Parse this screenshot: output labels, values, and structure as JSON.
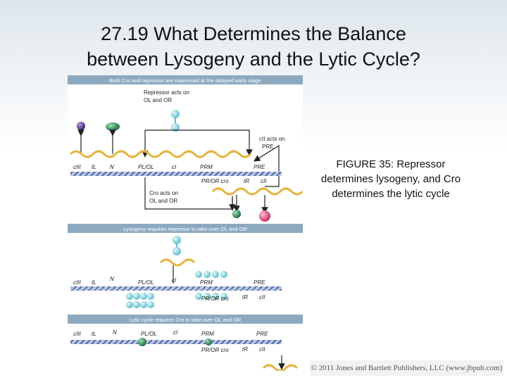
{
  "slide": {
    "title_line1": "27.19  What Determines the Balance",
    "title_line2": "between Lysogeny and the Lytic Cycle?",
    "caption": "FIGURE 35: Repressor determines lysogeny, and Cro determines the lytic cycle",
    "copyright": "© 2011 Jones and Bartlett Publishers, LLC (www.jbpub.com)"
  },
  "figure": {
    "banner1": "Both Cro and repressor are expressed at the delayed early stage",
    "banner2": "Lysogeny requires repressor to take over OL and OR",
    "banner3": "Lytic cycle requires Cro to take over OL and OR",
    "repressor_acts_1": "Repressor acts on",
    "repressor_acts_2": "OL and OR",
    "cii_acts_1": "cII acts on",
    "cii_acts_2": "PRE",
    "cro_acts_1": "Cro acts on",
    "cro_acts_2": "OL and OR",
    "genes": {
      "cIII": "cIII",
      "tL": "tL",
      "N": "N",
      "PLOL": "PL/OL",
      "cI": "cI",
      "PRM": "PRM",
      "PRE": "PRE",
      "PROR_cro": "PR/OR cro",
      "tR": "tR",
      "cII": "cII"
    },
    "colors": {
      "banner": "#8da9c0",
      "mrna": "#e4b43c",
      "dna_light": "#b9c6e2",
      "dna_dark": "#4e66a6",
      "repressor": "#7fd0dc",
      "cro": "#2e8b57",
      "cii": "#e0507a",
      "n_protein": "#5a3a8a"
    }
  }
}
